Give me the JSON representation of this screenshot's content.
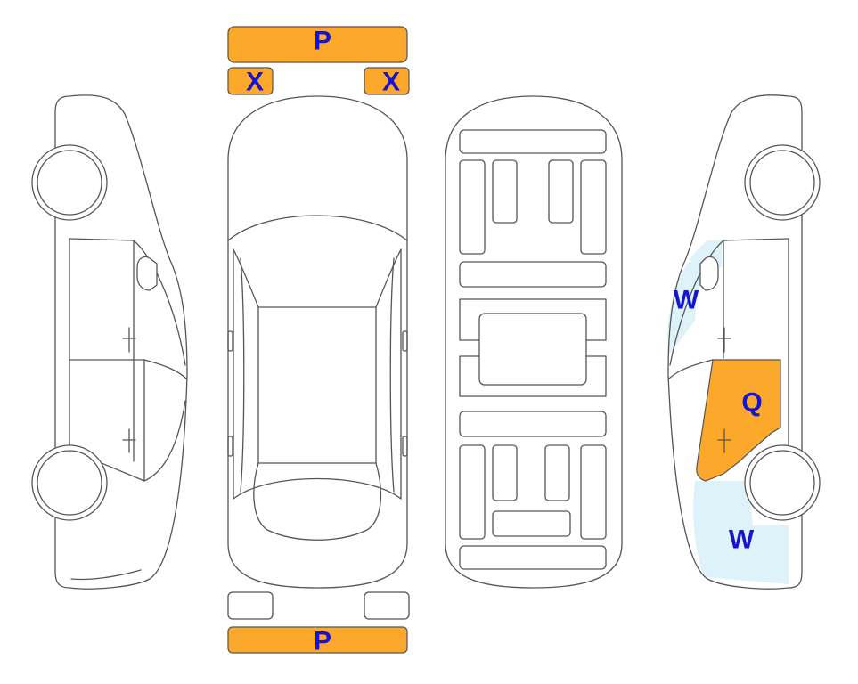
{
  "colors": {
    "outline": "#555555",
    "damage_orange": "#fca82a",
    "damage_light_blue": "#def3f9",
    "label_text": "#1414d2",
    "background": "#ffffff"
  },
  "markers": {
    "front_bumper": "P",
    "left_headlight": "X",
    "right_headlight": "X",
    "rear_bumper": "P",
    "right_side_front": "W",
    "right_side_door": "Q",
    "right_side_rear": "W"
  }
}
